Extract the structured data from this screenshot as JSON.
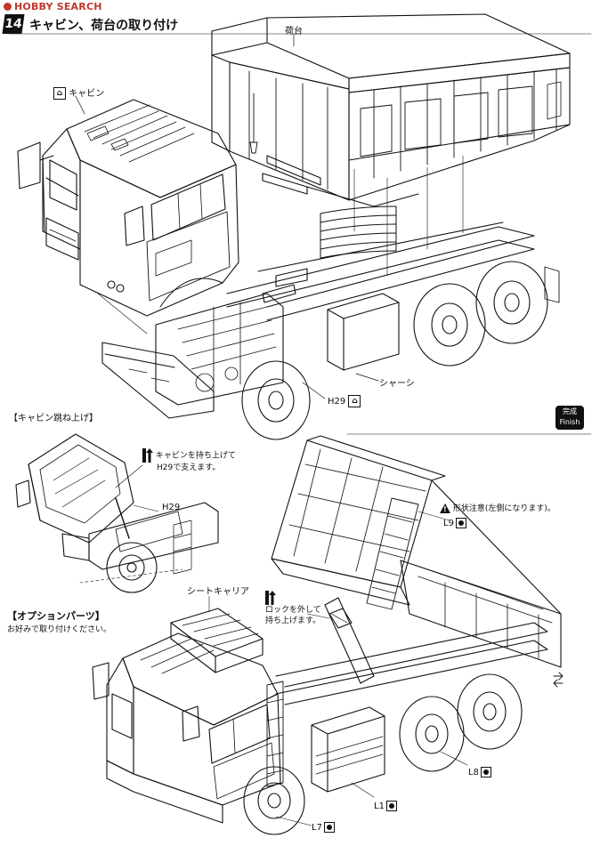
{
  "watermark": "HOBBY SEARCH",
  "step": {
    "number": "14",
    "title": "キャビン、荷台の取り付け"
  },
  "top": {
    "cabin_label": "キャビン",
    "bed_label": "荷台",
    "chassis_label": "シャーシ",
    "part_h29": "H29"
  },
  "finish": {
    "jp": "完成",
    "en": "Finish"
  },
  "tilt": {
    "heading": "【キャビン跳ね上げ】",
    "note_line1": "キャビンを持ち上げて",
    "note_line2": "H29で支えます。",
    "part_h29": "H29"
  },
  "option": {
    "heading": "【オプションパーツ】",
    "sub": "お好みで取り付けください。",
    "sheet_carrier": "シートキャリア",
    "lock_line1": "ロックを外して",
    "lock_line2": "持ち上げます。",
    "shape_note": "形状注意(左側になります)。",
    "parts": {
      "l9": "L9",
      "l8": "L8",
      "l1": "L1",
      "l7": "L7"
    }
  },
  "colors": {
    "ink": "#111111",
    "watermark": "#c0392b",
    "paper": "#ffffff"
  }
}
